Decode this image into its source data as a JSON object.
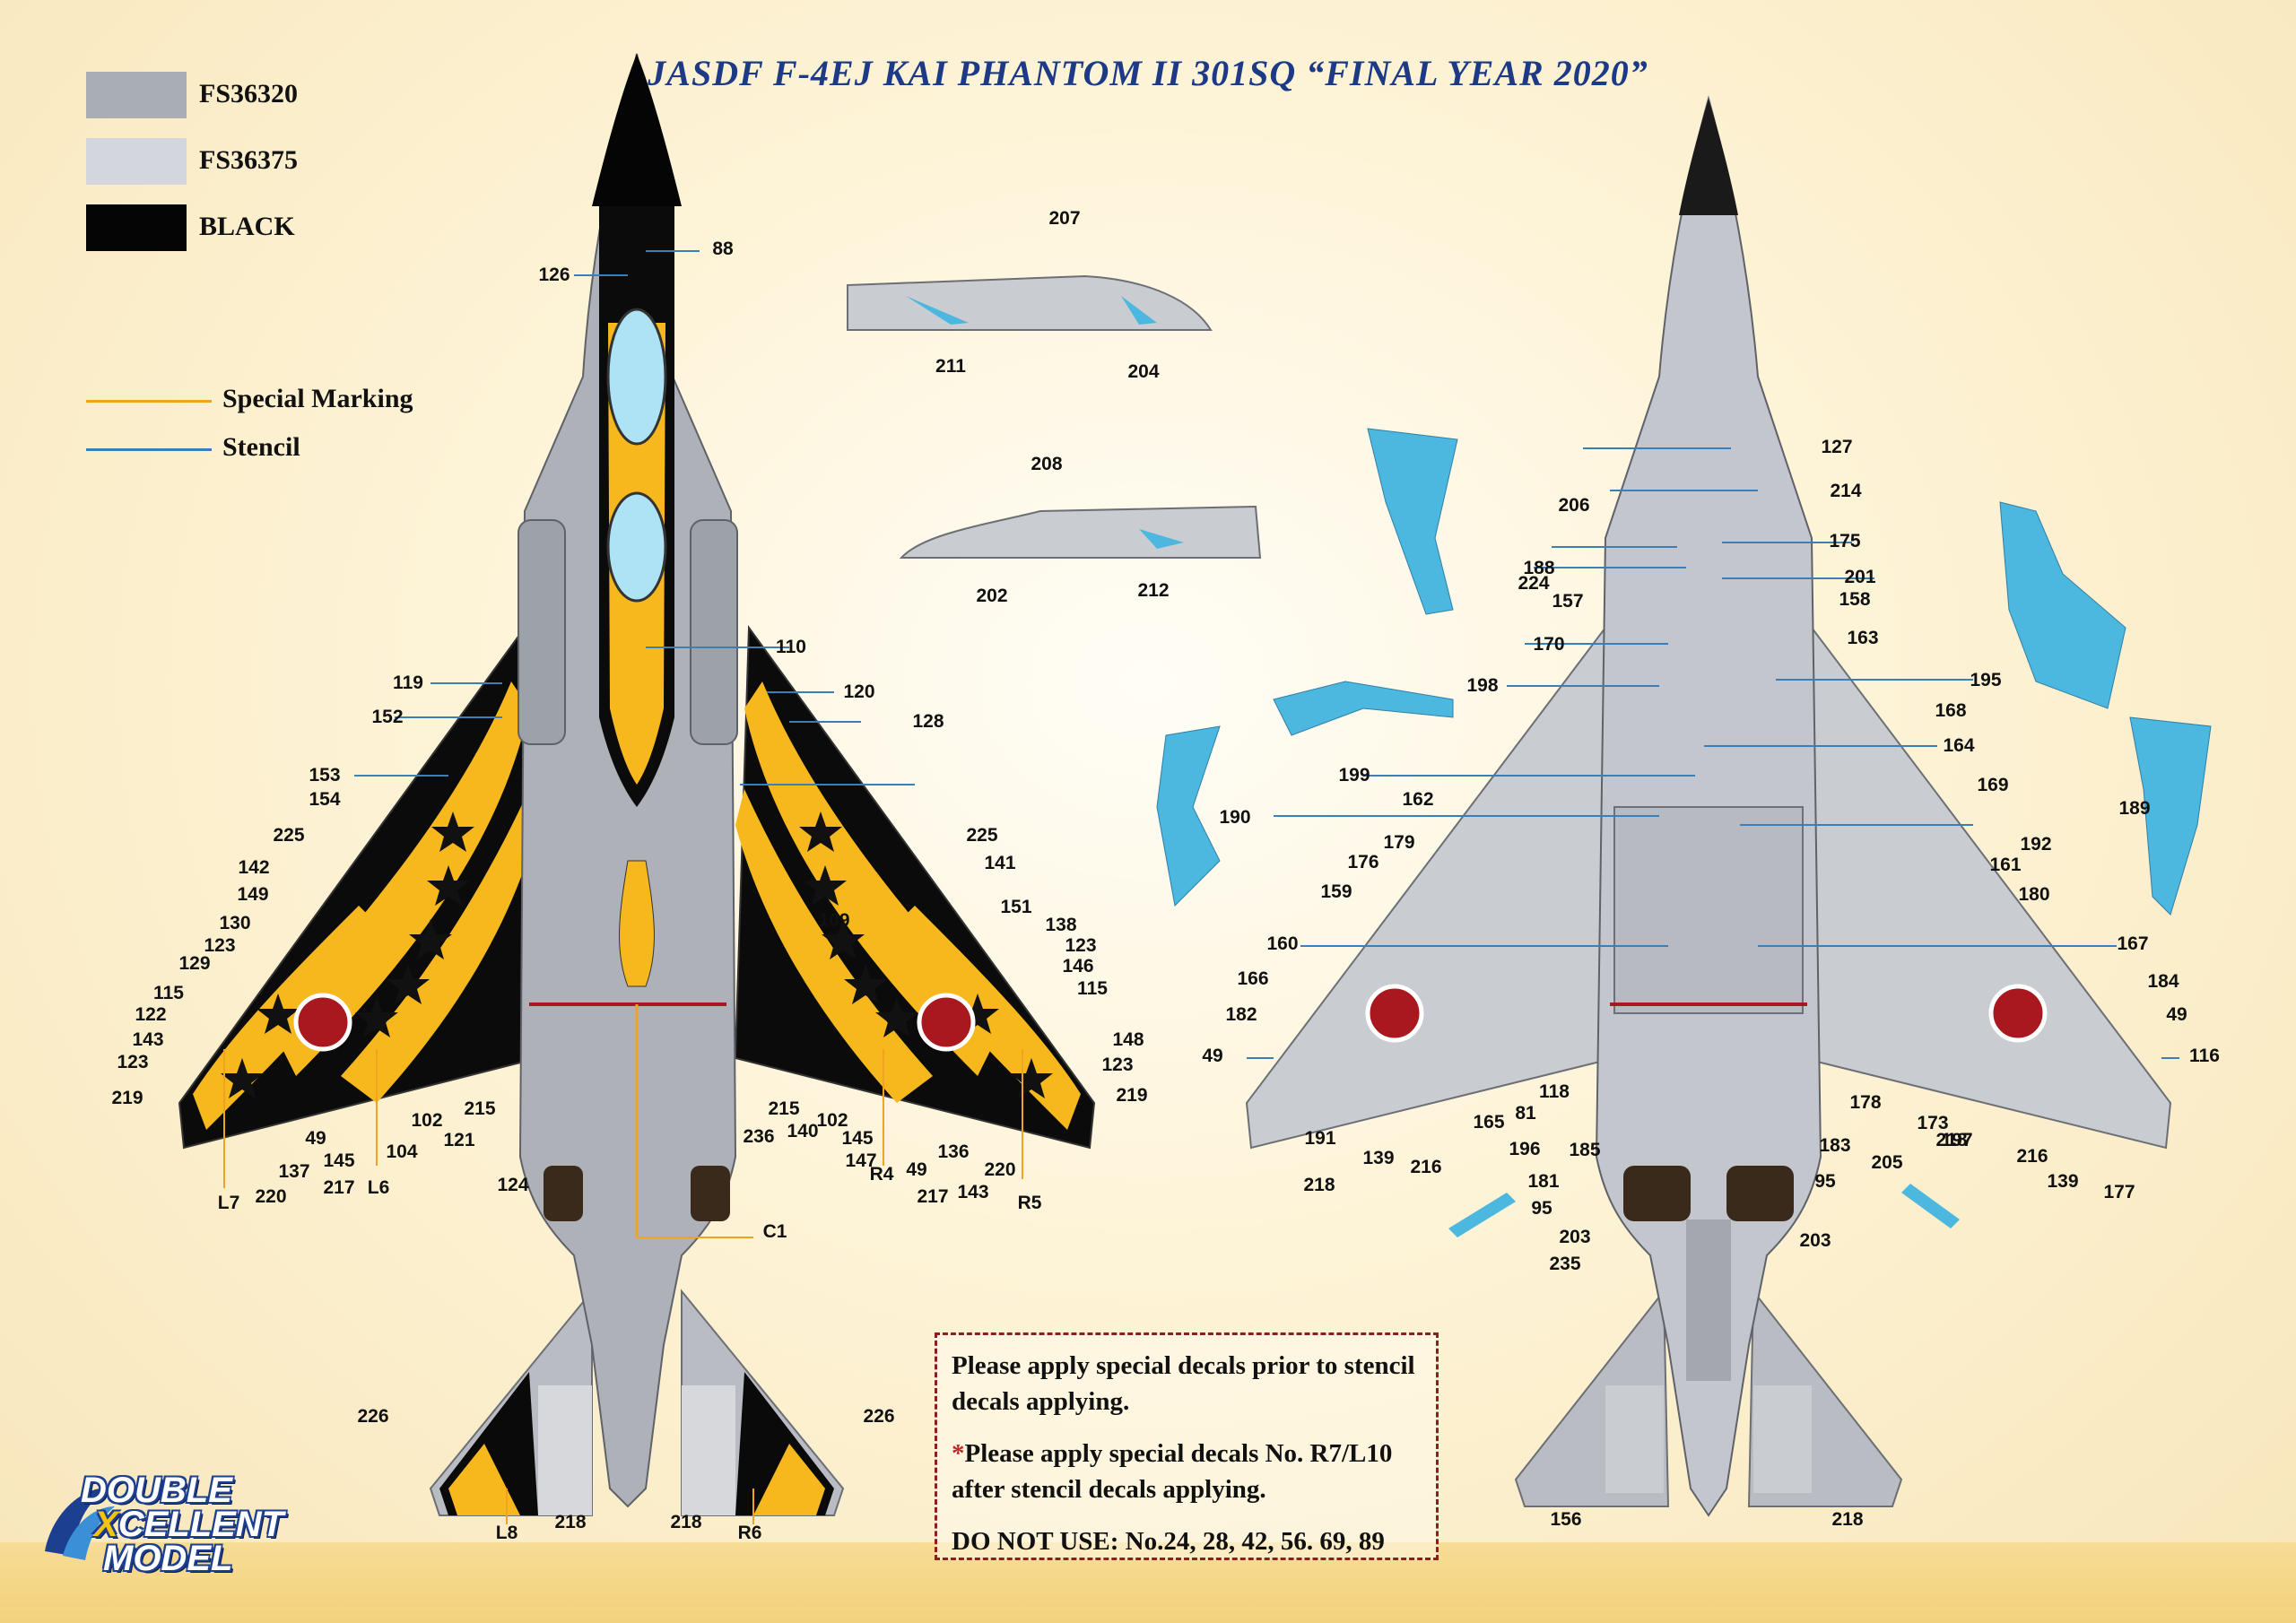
{
  "title": "JASDF F-4EJ KAI PHANTOM II 301SQ “FINAL YEAR 2020”",
  "color_legend": [
    {
      "code": "FS36320",
      "color": "#a9adb4"
    },
    {
      "code": "FS36375",
      "color": "#d3d7dd"
    },
    {
      "code": "BLACK",
      "color": "#050505"
    }
  ],
  "line_legend": [
    {
      "label": "Special Marking",
      "color": "#f0a321"
    },
    {
      "label": "Stencil",
      "color": "#3b7fb8"
    }
  ],
  "notes": {
    "line1": "Please apply special decals prior to stencil decals applying.",
    "star": "*",
    "line2": "Please apply special decals No. R7/L10 after stencil decals applying.",
    "line3": "DO NOT USE: No.24, 28, 42, 56. 69, 89"
  },
  "logo": {
    "word1": "DOUBLE",
    "word2_first": "X",
    "word2_rest": "CELLENT",
    "word3": "MODEL"
  },
  "callouts_top_view": [
    "88",
    "126",
    "110",
    "119",
    "120",
    "152",
    "128",
    "153",
    "109",
    "154",
    "225",
    "225",
    "142",
    "141",
    "149",
    "151",
    "130",
    "138",
    "123",
    "123",
    "129",
    "146",
    "115",
    "115",
    "122",
    "49",
    "143",
    "148",
    "123",
    "123",
    "219",
    "219",
    "215",
    "215",
    "102",
    "102",
    "121",
    "140",
    "104",
    "136",
    "137",
    "145",
    "145",
    "147",
    "220",
    "220",
    "217",
    "217",
    "49",
    "143",
    "L7",
    "L6",
    "R4",
    "R5",
    "236",
    "124",
    "C1",
    "226",
    "226",
    "L8",
    "218",
    "218",
    "R6"
  ],
  "callouts_side_views": [
    "207",
    "211",
    "204",
    "208",
    "202",
    "212"
  ],
  "callouts_bottom_view": [
    "127",
    "214",
    "206",
    "175",
    "188",
    "201",
    "224",
    "157",
    "158",
    "163",
    "170",
    "195",
    "198",
    "168",
    "164",
    "199",
    "169",
    "162",
    "190",
    "189",
    "179",
    "192",
    "176",
    "161",
    "159",
    "180",
    "160",
    "167",
    "166",
    "184",
    "182",
    "49",
    "49",
    "116",
    "118",
    "81",
    "165",
    "196",
    "178",
    "173",
    "197",
    "191",
    "218",
    "218",
    "139",
    "139",
    "216",
    "216",
    "185",
    "183",
    "181",
    "95",
    "95",
    "203",
    "203",
    "235",
    "205",
    "177",
    "156",
    "218",
    "218"
  ]
}
